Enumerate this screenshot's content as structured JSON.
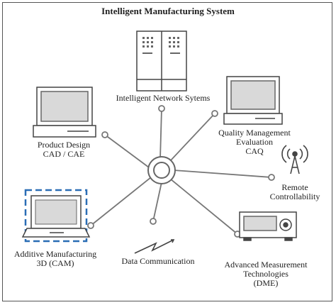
{
  "title": "Intelligent Manufacturing System",
  "nodes": {
    "network": {
      "label": "Intelligent Network Sytems",
      "icon": "server-rack-icon"
    },
    "product_design": {
      "lines": [
        "Product Design",
        "CAD / CAE"
      ],
      "icon": "desktop-computer-icon"
    },
    "quality": {
      "lines": [
        "Quality Management",
        "Evaluation",
        "CAQ"
      ],
      "icon": "desktop-computer-icon"
    },
    "remote": {
      "lines": [
        "Remote",
        "Controllability"
      ],
      "icon": "antenna-icon"
    },
    "additive": {
      "lines": [
        "Additive Manufacturing",
        "3D (CAM)"
      ],
      "icon": "laptop-icon"
    },
    "data_comm": {
      "label": "Data Communication",
      "icon": "lightning-signal-icon"
    },
    "measurement": {
      "lines": [
        "Advanced Measurement",
        "Technologies",
        "(DME)"
      ],
      "icon": "measuring-device-icon"
    }
  },
  "hub": {
    "icon": "central-hub-icon"
  },
  "colors": {
    "line": "#777777",
    "highlight": "#2a6db5",
    "screen": "#d9d9d9"
  }
}
